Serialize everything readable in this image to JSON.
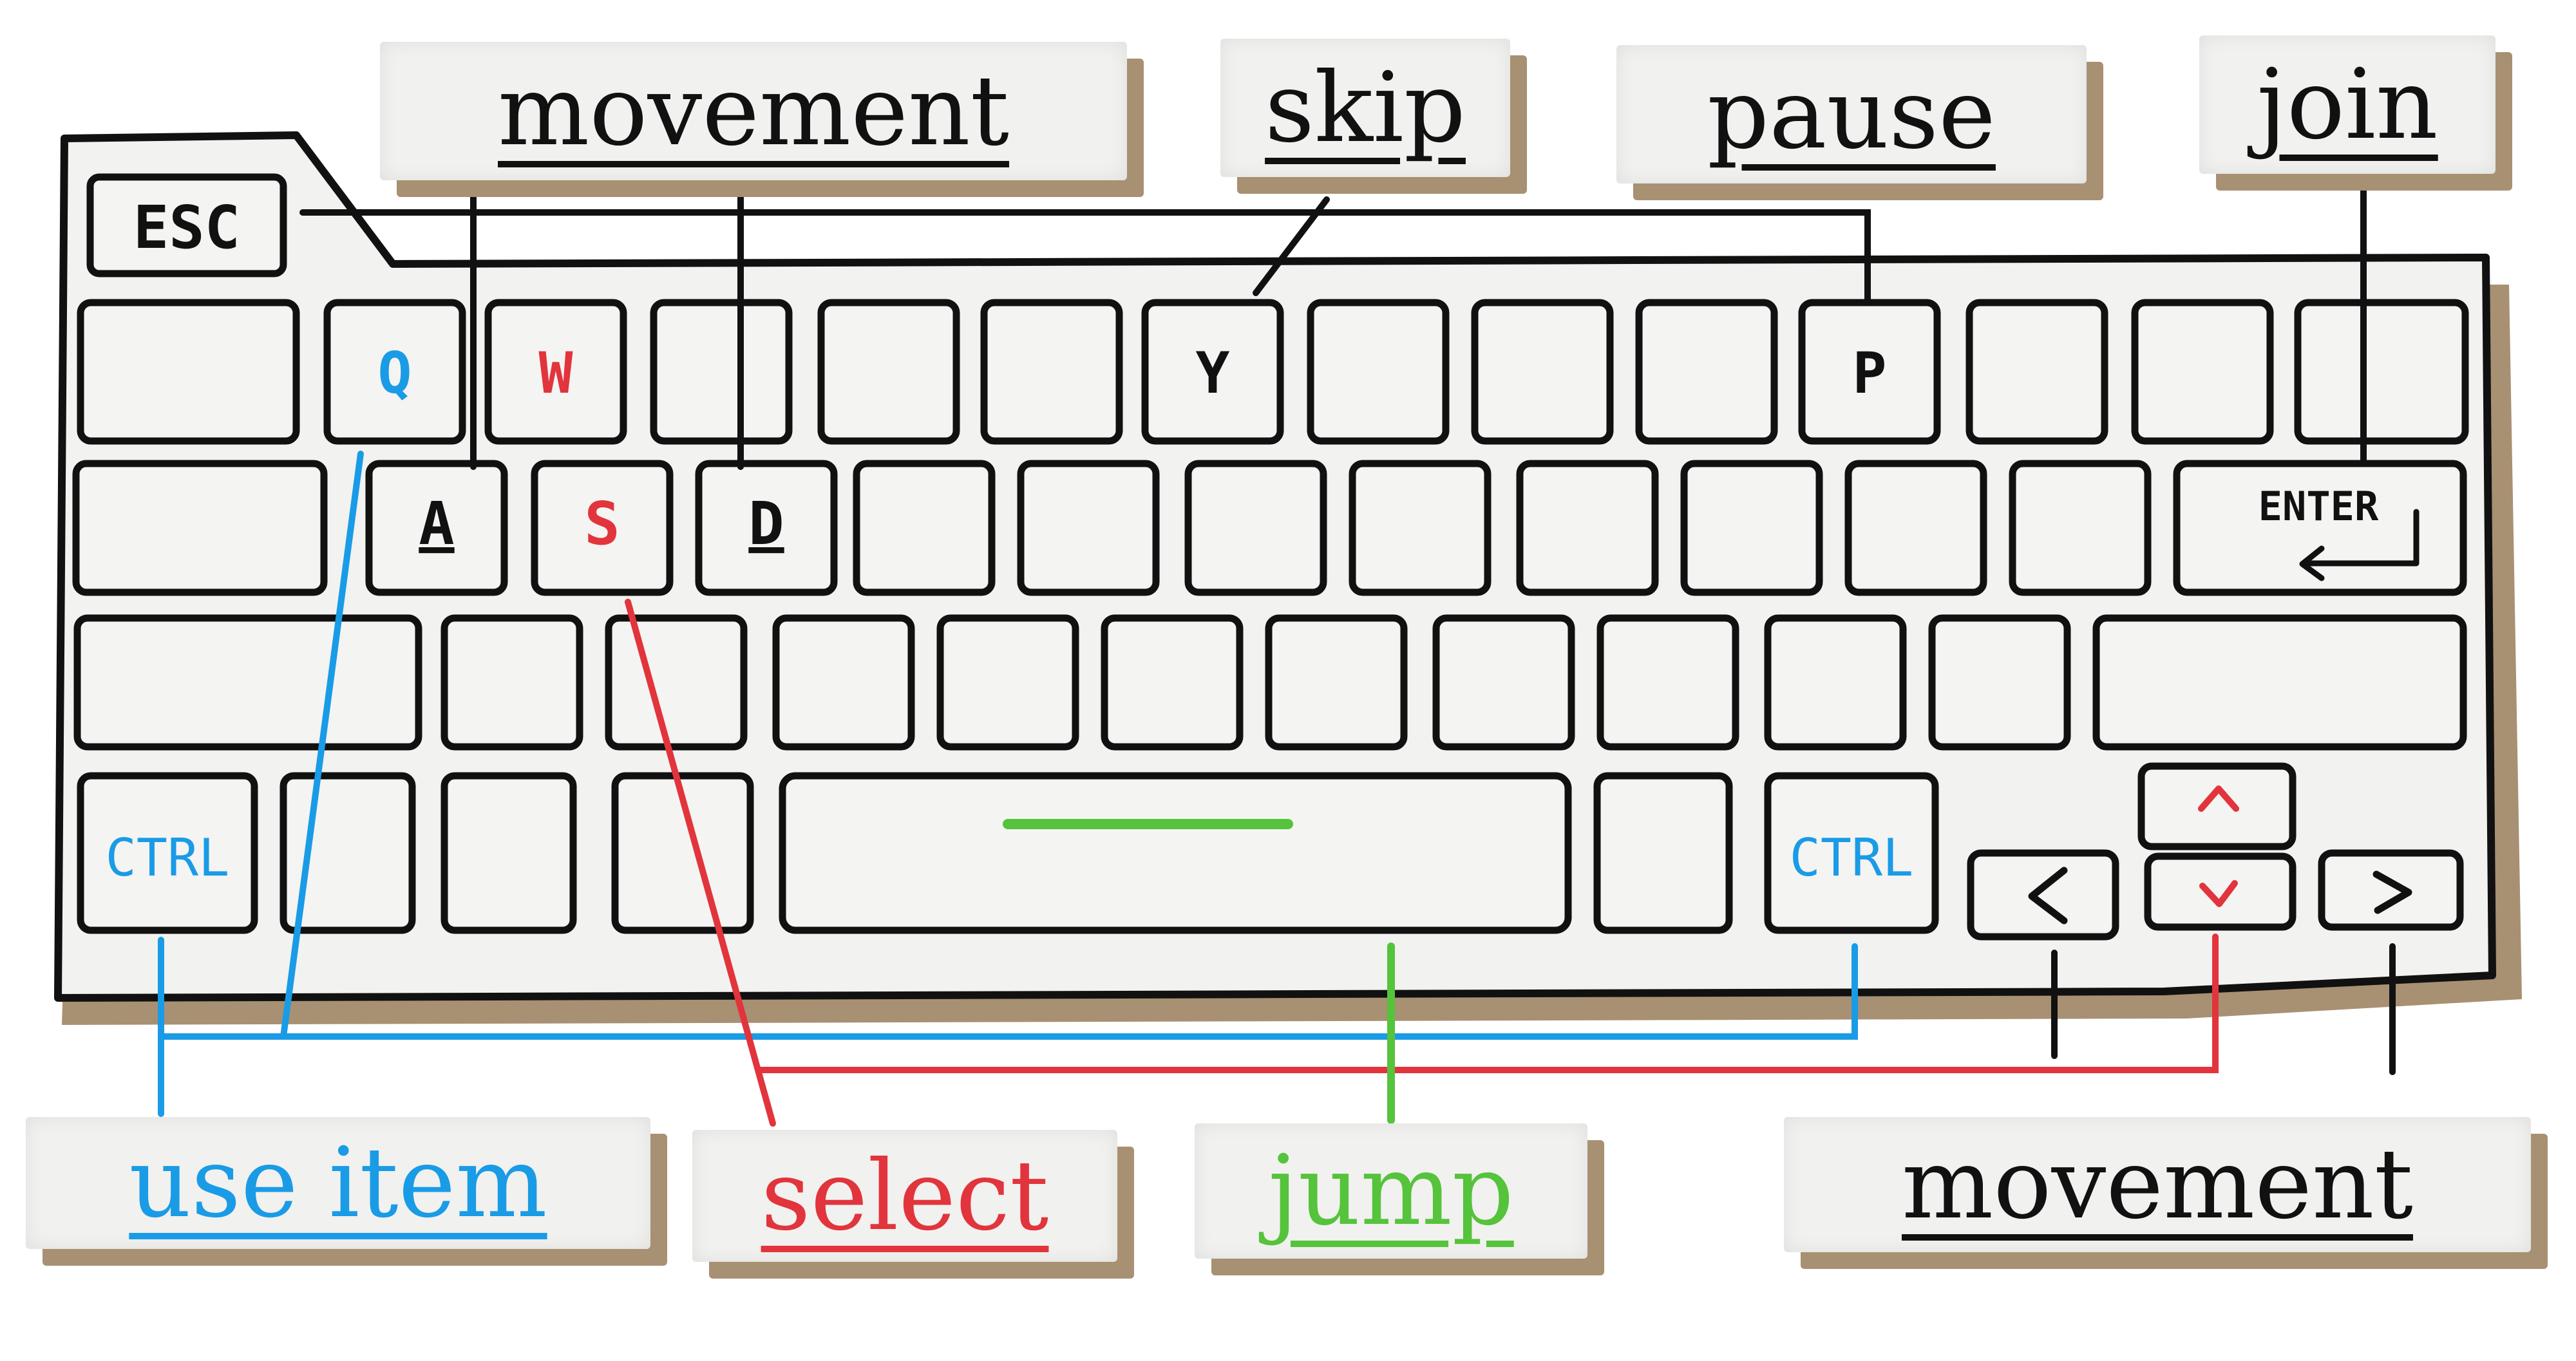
{
  "colors": {
    "black": "#111111",
    "blue": "#1a9be6",
    "red": "#e2343c",
    "green": "#55c33b",
    "paper": "#f2f2f0",
    "shadow": "#a89073"
  },
  "labels": {
    "movement_top": "movement",
    "skip": "skip",
    "pause": "pause",
    "join": "join",
    "use_item": "use item",
    "select": "select",
    "jump": "jump",
    "movement_bottom": "movement"
  },
  "keys": {
    "esc": "ESC",
    "q": "Q",
    "w": "W",
    "y": "Y",
    "p": "P",
    "a": "A",
    "s": "S",
    "d": "D",
    "enter": "ENTER",
    "ctrl_left": "CTRL",
    "ctrl_right": "CTRL"
  },
  "icons": {
    "enter": "return-arrow-icon",
    "up": "caret-up-icon",
    "down": "caret-down-icon",
    "left": "chevron-left-icon",
    "right": "chevron-right-icon"
  }
}
